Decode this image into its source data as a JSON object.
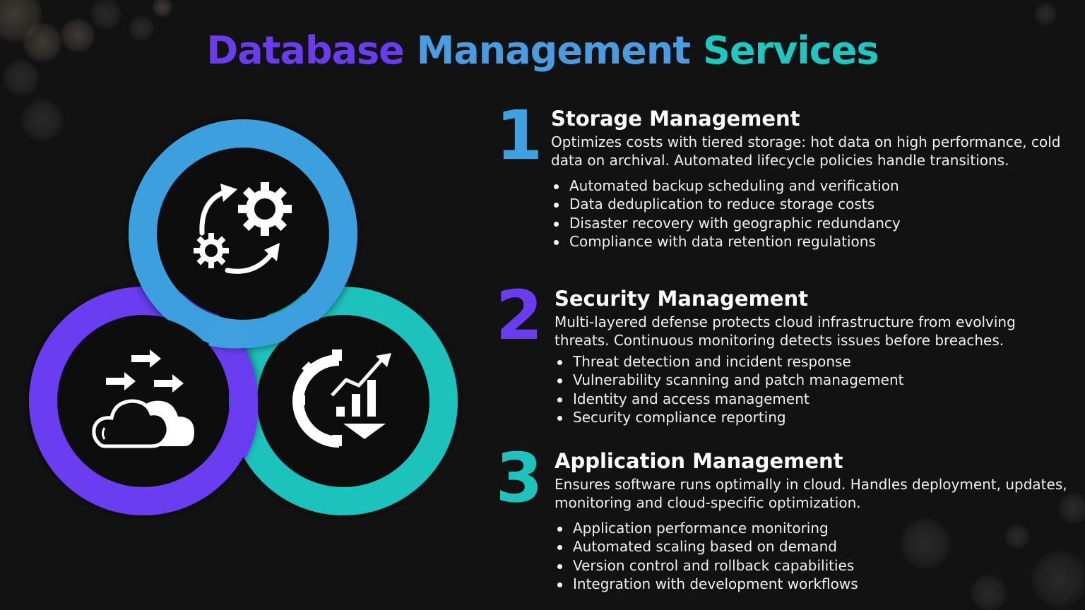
{
  "title": {
    "words": [
      "Database",
      "Management",
      "Services"
    ],
    "colors": [
      "#6a3cf0",
      "#4a9be0",
      "#1ec7c0"
    ]
  },
  "colors": {
    "background": "#121212",
    "blue": "#3ea0de",
    "purple": "#6a3cf0",
    "teal": "#1ec3bd"
  },
  "icons": {
    "top": "gears-cycle-icon",
    "left": "cloud-transfer-icon",
    "right": "gear-chart-growth-icon"
  },
  "sections": [
    {
      "number": "1",
      "color": "#3ea0de",
      "title": "Storage Management",
      "description": "Optimizes costs with tiered storage: hot data on high performance, cold data on archival. Automated lifecycle policies handle transitions.",
      "bullets": [
        "Automated backup scheduling and verification",
        "Data deduplication to reduce storage costs",
        "Disaster recovery with geographic redundancy",
        "Compliance with data retention regulations"
      ]
    },
    {
      "number": "2",
      "color": "#6a3cf0",
      "title": "Security Management",
      "description": "Multi-layered defense protects cloud infrastructure from evolving threats. Continuous monitoring detects issues before breaches.",
      "bullets": [
        "Threat detection and incident response",
        "Vulnerability scanning and patch management",
        "Identity and access management",
        "Security compliance reporting"
      ]
    },
    {
      "number": "3",
      "color": "#1ec3bd",
      "title": "Application Management",
      "description": "Ensures software runs optimally in cloud. Handles deployment, updates, monitoring and cloud-specific optimization.",
      "bullets": [
        "Application performance monitoring",
        "Automated scaling based on demand",
        "Version control and rollback capabilities",
        "Integration with development workflows"
      ]
    }
  ]
}
